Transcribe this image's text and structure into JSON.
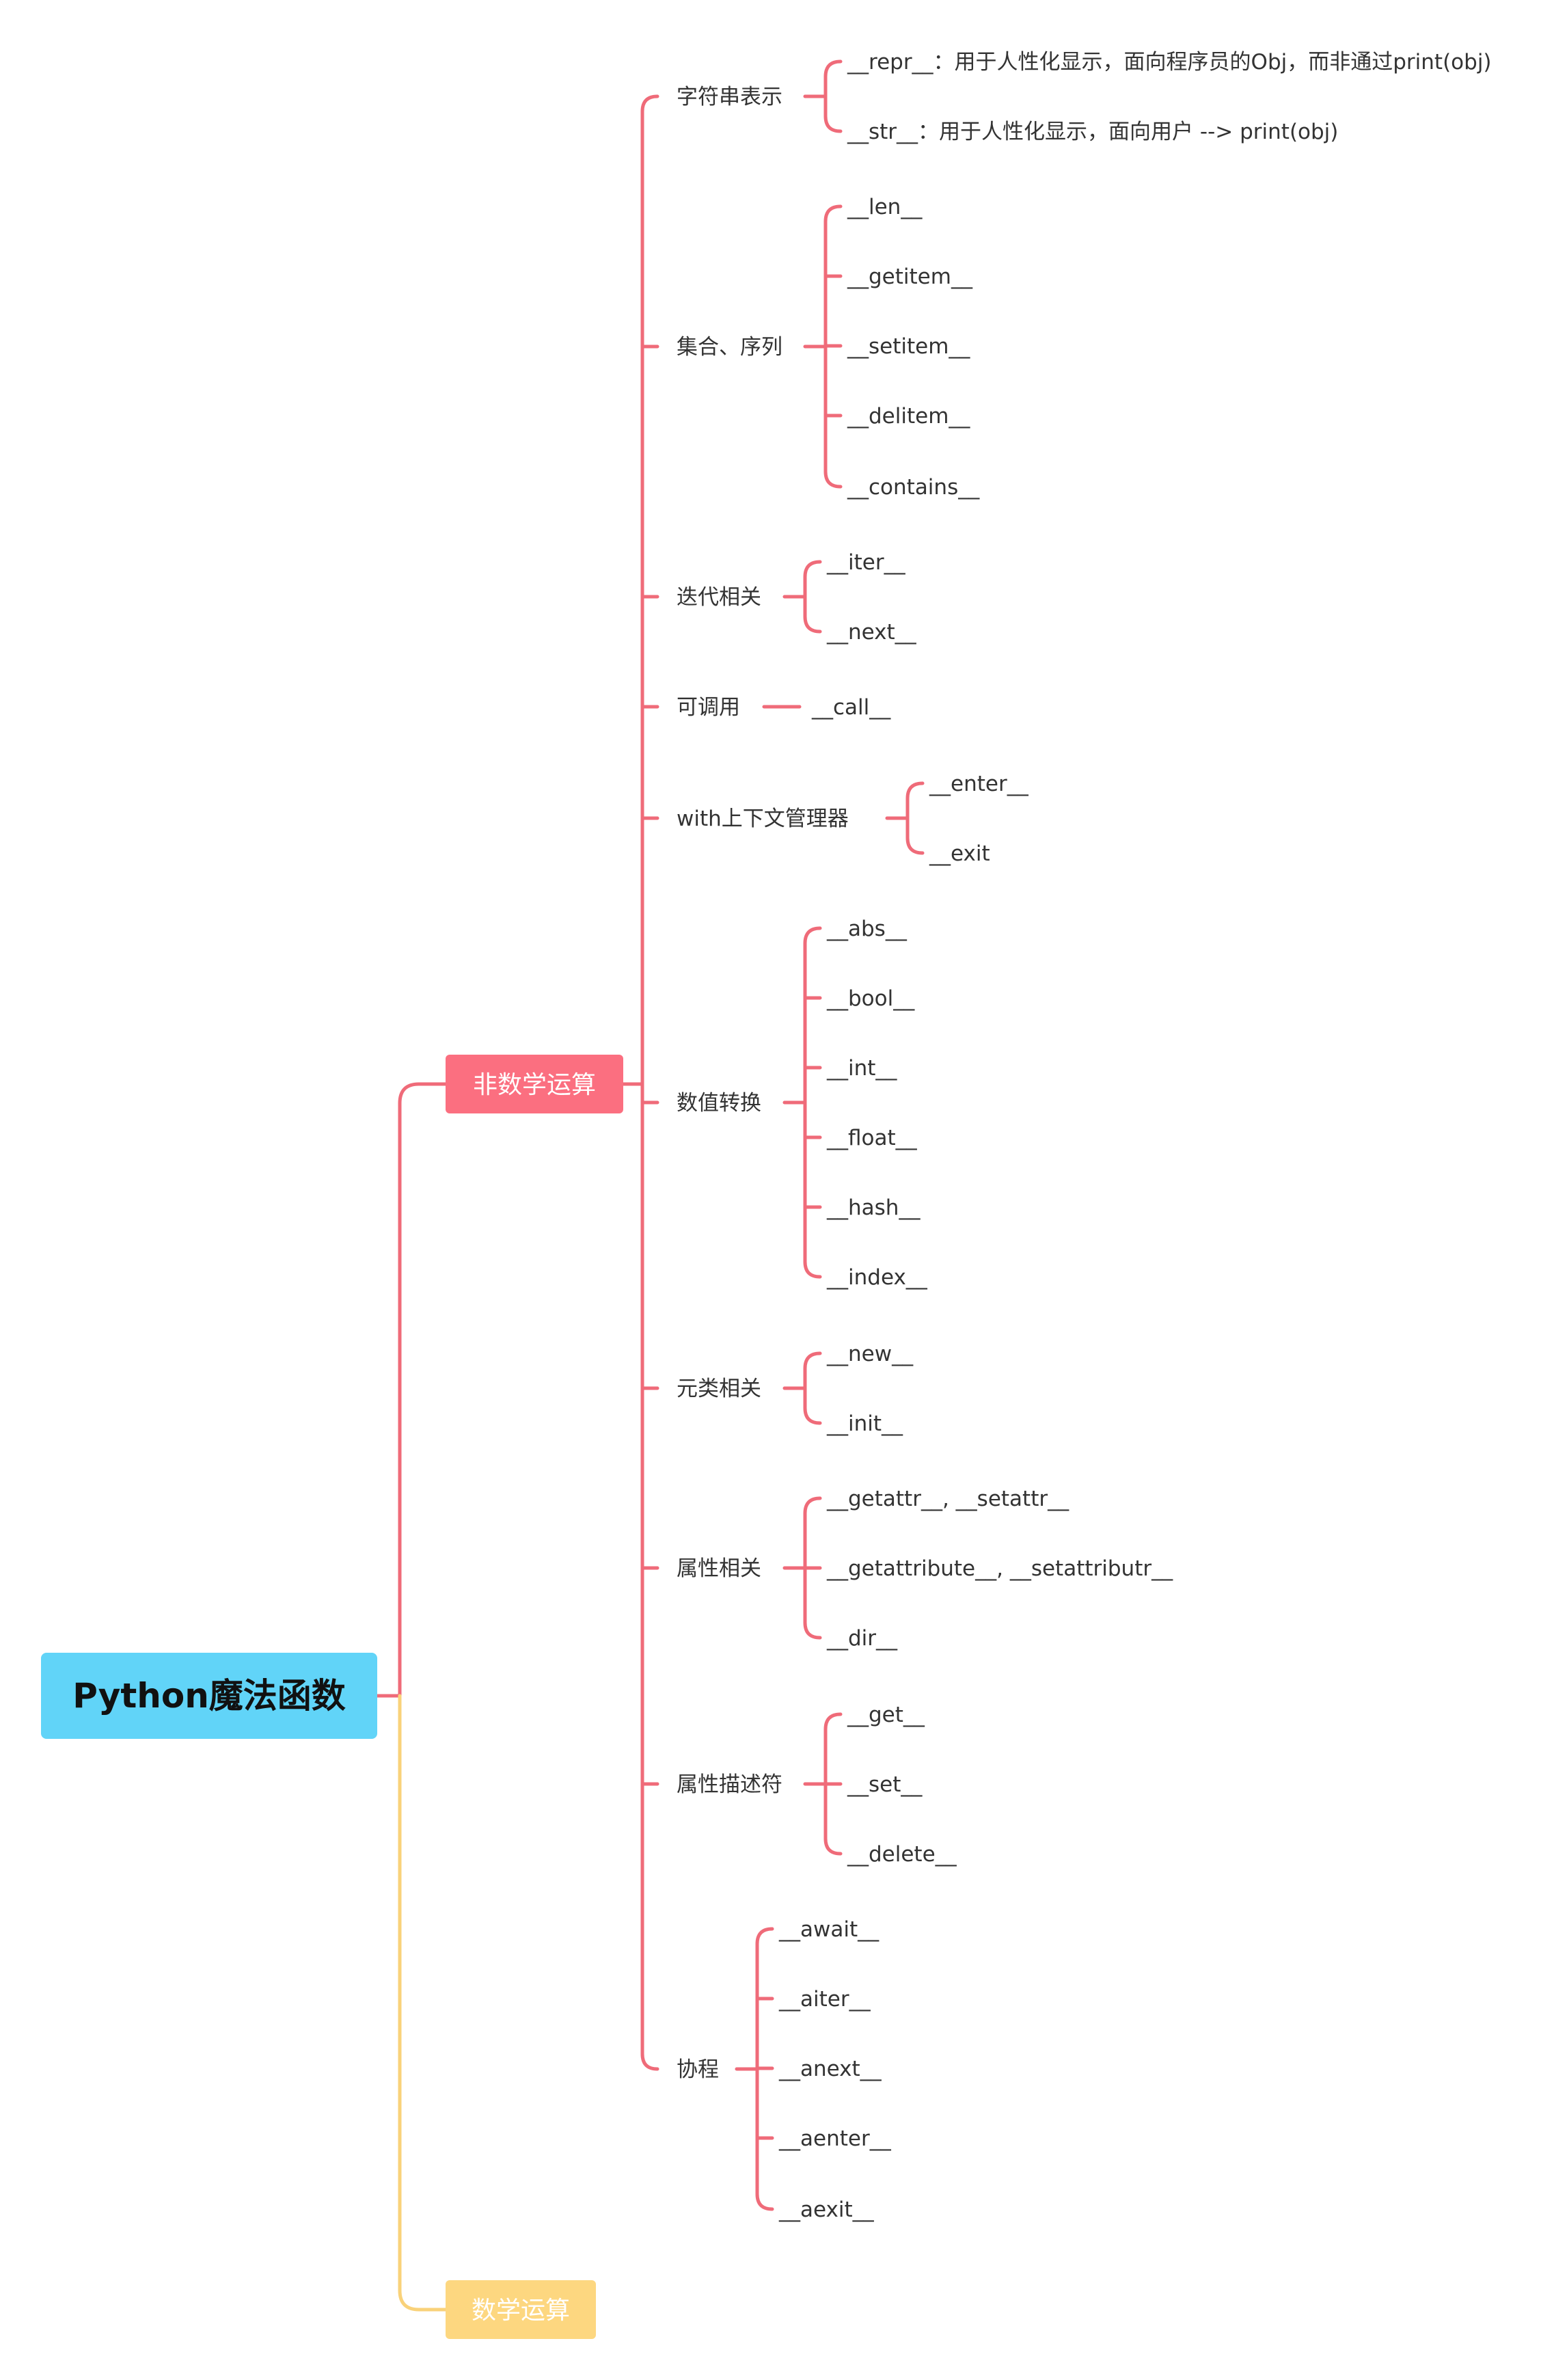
{
  "root": {
    "label": "Python魔法函数",
    "color": "#61d4f8"
  },
  "branches": [
    {
      "label": "非数学运算",
      "color": "#fb6f80",
      "line_color": "#ef6b79",
      "groups": [
        {
          "label": "字符串表示",
          "items": [
            "__repr__：用于人性化显示，面向程序员的Obj，而非通过print(obj)",
            "__str__：用于人性化显示，面向用户 --> print(obj)"
          ]
        },
        {
          "label": "集合、序列",
          "items": [
            "__len__",
            "__getitem__",
            "__setitem__",
            "__delitem__",
            "__contains__"
          ]
        },
        {
          "label": "迭代相关",
          "items": [
            "__iter__",
            "__next__"
          ]
        },
        {
          "label": "可调用",
          "items": [
            "__call__"
          ]
        },
        {
          "label": "with上下文管理器",
          "items": [
            "__enter__",
            "__exit"
          ]
        },
        {
          "label": "数值转换",
          "items": [
            "__abs__",
            "__bool__",
            "__int__",
            "__float__",
            "__hash__",
            "__index__"
          ]
        },
        {
          "label": "元类相关",
          "items": [
            "__new__",
            "__init__"
          ]
        },
        {
          "label": "属性相关",
          "items": [
            "__getattr__, __setattr__",
            "__getattribute__, __setattributr__",
            "__dir__"
          ]
        },
        {
          "label": "属性描述符",
          "items": [
            "__get__",
            "__set__",
            "__delete__"
          ]
        },
        {
          "label": "协程",
          "items": [
            "__await__",
            "__aiter__",
            "__anext__",
            "__aenter__",
            "__aexit__"
          ]
        }
      ]
    },
    {
      "label": "数学运算",
      "color": "#fdd780",
      "line_color": "#f9d27a",
      "groups": []
    }
  ]
}
